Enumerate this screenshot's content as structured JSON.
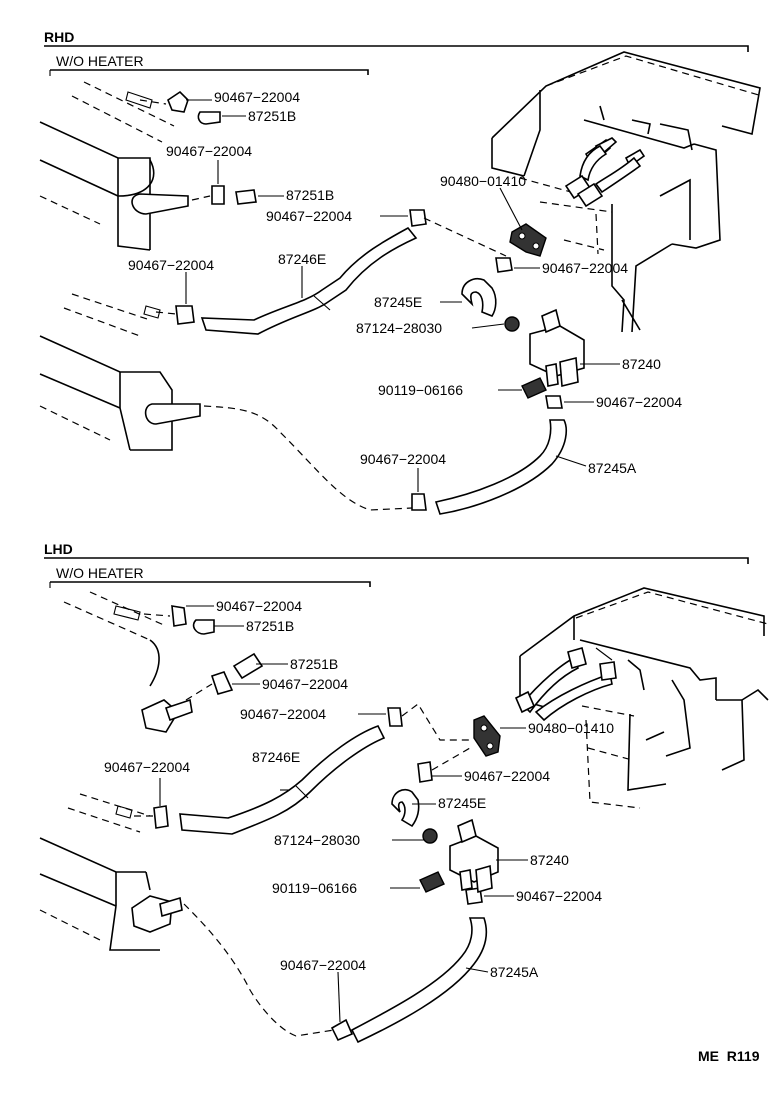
{
  "sections": [
    {
      "id": "rhd",
      "title": "RHD",
      "subtitle": "W/O HEATER",
      "labels": [
        "90467−22004",
        "87251B",
        "90467−22004",
        "87251B",
        "90467−22004",
        "90480−01410",
        "90467−22004",
        "87246E",
        "90467−22004",
        "87245E",
        "87124−28030",
        "87240",
        "90119−06166",
        "90467−22004",
        "90467−22004",
        "87245A"
      ]
    },
    {
      "id": "lhd",
      "title": "LHD",
      "subtitle": "W/O HEATER",
      "labels": [
        "90467−22004",
        "87251B",
        "87251B",
        "90467−22004",
        "90467−22004",
        "90480−01410",
        "90467−22004",
        "87246E",
        "90467−22004",
        "87245E",
        "87124−28030",
        "87240",
        "90119−06166",
        "90467−22004",
        "90467−22004",
        "87245A"
      ]
    }
  ],
  "footer": "ME  R119"
}
